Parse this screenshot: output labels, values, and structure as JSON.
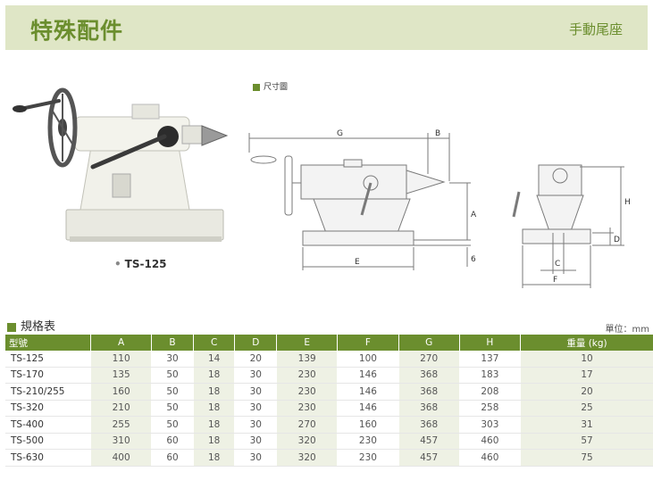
{
  "header": {
    "title": "特殊配件",
    "subtitle": "手動尾座"
  },
  "photo": {
    "caption": "TS-125"
  },
  "drawing": {
    "label": "尺寸圖",
    "labels": {
      "G": "G",
      "B": "B",
      "A": "A",
      "E": "E",
      "six": "6",
      "H": "H",
      "D": "D",
      "C": "C",
      "F": "F"
    }
  },
  "spec": {
    "label": "規格表",
    "unit": "單位：mm",
    "columns": [
      "型號",
      "A",
      "B",
      "C",
      "D",
      "E",
      "F",
      "G",
      "H",
      "重量 (kg)"
    ],
    "rows": [
      [
        "TS-125",
        "110",
        "30",
        "14",
        "20",
        "139",
        "100",
        "270",
        "137",
        "10"
      ],
      [
        "TS-170",
        "135",
        "50",
        "18",
        "30",
        "230",
        "146",
        "368",
        "183",
        "17"
      ],
      [
        "TS-210/255",
        "160",
        "50",
        "18",
        "30",
        "230",
        "146",
        "368",
        "208",
        "20"
      ],
      [
        "TS-320",
        "210",
        "50",
        "18",
        "30",
        "230",
        "146",
        "368",
        "258",
        "25"
      ],
      [
        "TS-400",
        "255",
        "50",
        "18",
        "30",
        "270",
        "160",
        "368",
        "303",
        "31"
      ],
      [
        "TS-500",
        "310",
        "60",
        "18",
        "30",
        "320",
        "230",
        "457",
        "460",
        "57"
      ],
      [
        "TS-630",
        "400",
        "60",
        "18",
        "30",
        "320",
        "230",
        "457",
        "460",
        "75"
      ]
    ]
  },
  "colors": {
    "accent": "#6b8e2e",
    "header_bg": "#dfe6c6",
    "row_alt": "#eef1e4"
  }
}
